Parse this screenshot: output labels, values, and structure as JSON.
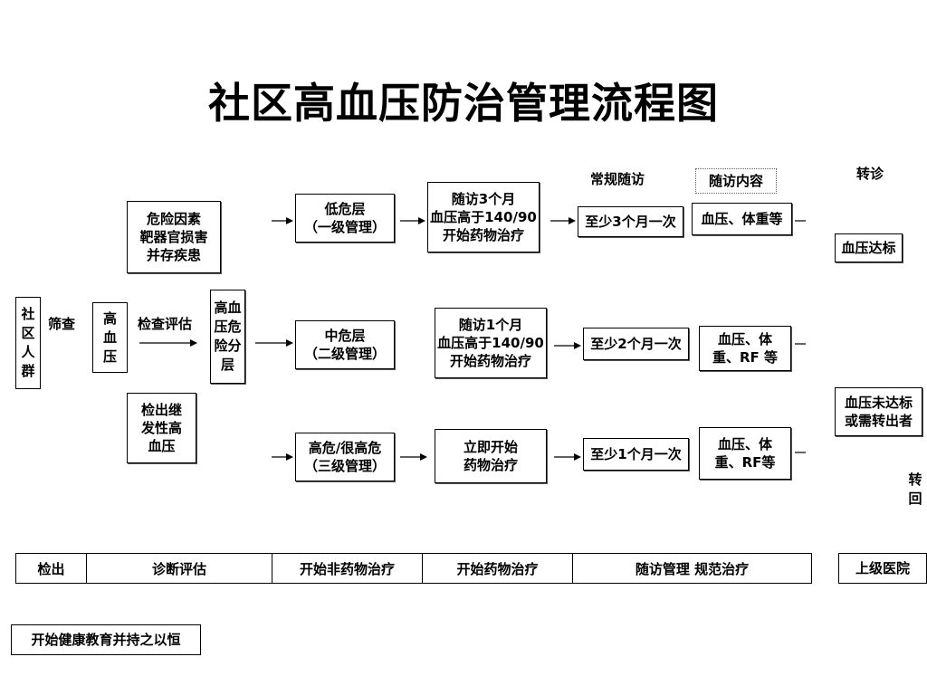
{
  "title": "社区高血压防治管理流程图",
  "headers": {
    "routine_followup": "常规随访",
    "followup_content": "随访内容",
    "referral": "转诊"
  },
  "left": {
    "community_population": "社\n区\n人\n群",
    "screening": "筛查",
    "hypertension": "高\n血\n压",
    "check_assessment": "检查评估",
    "risk_factors": "危险因素\n靶器官损害\n并存疾患",
    "secondary_hypertension": "检出继\n发性高\n血压",
    "risk_stratification": "高血\n压危\n险分\n层"
  },
  "rows": [
    {
      "risk": "低危层\n（一级管理）",
      "plan": "随访3个月\n血压高于140/90\n开始药物治疗",
      "frequency": "至少3个月一次",
      "content": "血压、体重等"
    },
    {
      "risk": "中危层\n（二级管理）",
      "plan": "随访1个月\n血压高于140/90\n开始药物治疗",
      "frequency": "至少2个月一次",
      "content": "血压、体\n重、RF 等"
    },
    {
      "risk": "高危/很高危\n（三级管理）",
      "plan": "立即开始\n药物治疗",
      "frequency": "至少1个月一次",
      "content": "血压、体\n重、RF等"
    }
  ],
  "right": {
    "bp_controlled": "血压达标",
    "bp_uncontrolled": "血压未达标\n或需转出者",
    "refer_back": "转\n回"
  },
  "flow_bar": [
    "检出",
    "诊断评估",
    "开始非药物治疗",
    "开始药物治疗",
    "随访管理    规范治疗"
  ],
  "superior_hospital": "上级医院",
  "health_education": "开始健康教育并持之以恒"
}
